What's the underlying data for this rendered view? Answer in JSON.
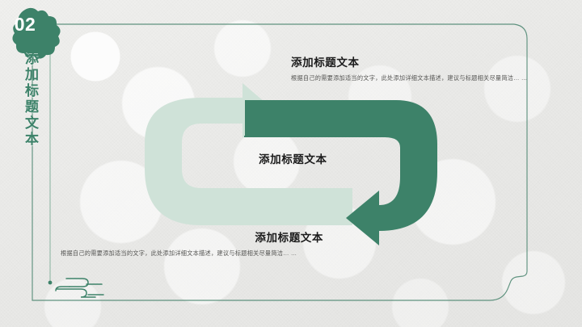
{
  "slide": {
    "section_number": "02",
    "side_title": "添加标题文本",
    "accent_dark": "#3d8269",
    "accent_light": "#cfe2d8",
    "frame_color": "#47826c",
    "background": "#ececea"
  },
  "blocks": {
    "top": {
      "heading": "添加标题文本",
      "body": "根据自己的需要添加适当的文字，此处添加详细文本描述，建议与标题相关尽量简洁… …"
    },
    "center": {
      "heading": "添加标题文本"
    },
    "bottom": {
      "heading": "添加标题文本",
      "body": "根据自己的需要添加适当的文字，此处添加详细文本描述，建议与标题相关尽量简洁… …"
    }
  },
  "decor": {
    "badge_shape": "flower-blob-badge",
    "arrow_light": "u-turn-arrow-right",
    "arrow_dark": "u-turn-arrow-left",
    "squiggle": "serpentine-line-ornament",
    "axis_line": "vertical-dotted-rule",
    "frame": "notched-rounded-frame"
  }
}
